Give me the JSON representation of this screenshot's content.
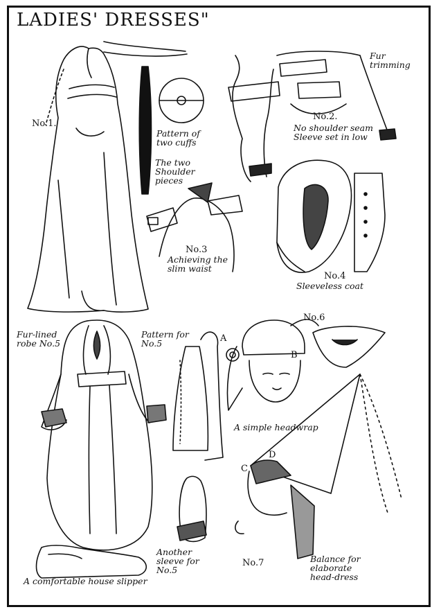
{
  "title": "LADIES' DRESSES\"",
  "labels": {
    "no1": "No.1.",
    "cuffs_pattern": "Pattern of two cuffs",
    "shoulder_pieces": "The two Shoulder pieces",
    "fur_trimming": "Fur trimming",
    "no2": "No.2.",
    "no2_caption": "No shoulder seam Sleeve set in low",
    "no3": "No.3",
    "no3_caption": "Achieving the slim waist",
    "no4": "No.4",
    "no4_caption": "Sleeveless coat",
    "fur_lined_robe": "Fur-lined robe No.5",
    "pattern_no5": "Pattern for No.5",
    "no6": "No.6",
    "mark_a": "A",
    "mark_b": "B",
    "headwrap": "A simple headwrap",
    "mark_c": "C",
    "mark_d": "D",
    "another_sleeve": "Another sleeve for No.5",
    "no7": "No.7",
    "balance": "Balance for elaborate head-dress",
    "slipper": "A comfortable house slipper"
  }
}
